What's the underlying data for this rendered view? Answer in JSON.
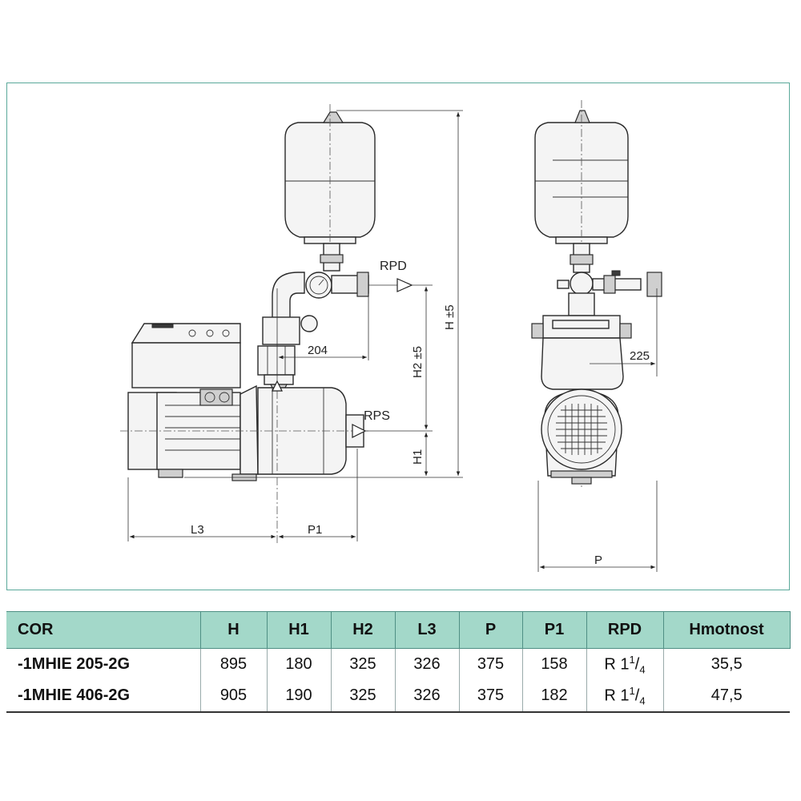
{
  "drawing": {
    "labels": {
      "rpd": "RPD",
      "rps": "RPS",
      "dim_h": "H ±5",
      "dim_h2": "H2 ±5",
      "dim_h1": "H1",
      "dim_204": "204",
      "dim_225": "225",
      "dim_l3": "L3",
      "dim_p1": "P1",
      "dim_p": "P"
    }
  },
  "table": {
    "headers": [
      "COR",
      "H",
      "H1",
      "H2",
      "L3",
      "P",
      "P1",
      "RPD",
      "Hmotnost"
    ],
    "rows": [
      {
        "model": "-1MHIE 205-2G",
        "h": "895",
        "h1": "180",
        "h2": "325",
        "l3": "326",
        "p": "375",
        "p1": "158",
        "rpd_prefix": "R 1",
        "rpd_num": "1",
        "rpd_den": "4",
        "weight": "35,5"
      },
      {
        "model": "-1MHIE 406-2G",
        "h": "905",
        "h1": "190",
        "h2": "325",
        "l3": "326",
        "p": "375",
        "p1": "182",
        "rpd_prefix": "R 1",
        "rpd_num": "1",
        "rpd_den": "4",
        "weight": "47,5"
      }
    ]
  },
  "colors": {
    "frame": "#5aa99a",
    "table_header": "#a3d8c9"
  }
}
